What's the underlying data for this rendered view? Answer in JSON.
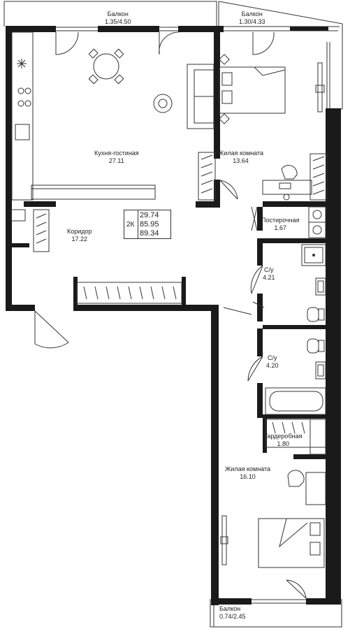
{
  "plan": {
    "apartment_type": "2К",
    "areas": [
      "29.74",
      "85.95",
      "89.34"
    ],
    "rooms": [
      {
        "id": "balcony-1",
        "name": "Балкон",
        "area": "1.35/4.50"
      },
      {
        "id": "balcony-2",
        "name": "Балкон",
        "area": "1.30/4.33"
      },
      {
        "id": "kitchen-living",
        "name": "Кухня-гостиная",
        "area": "27.11"
      },
      {
        "id": "living-room-1",
        "name": "Жилая комната",
        "area": "13.64"
      },
      {
        "id": "laundry",
        "name": "Постирочная",
        "area": "1.67"
      },
      {
        "id": "corridor",
        "name": "Коридор",
        "area": "17.22"
      },
      {
        "id": "bathroom-1",
        "name": "С/у",
        "area": "4.21"
      },
      {
        "id": "bathroom-2",
        "name": "С/у",
        "area": "4.20"
      },
      {
        "id": "wardrobe",
        "name": "Гардеробная",
        "area": "1.80"
      },
      {
        "id": "living-room-2",
        "name": "Жилая комната",
        "area": "16.10"
      },
      {
        "id": "balcony-3",
        "name": "Балкон",
        "area": "0.74/2.45"
      }
    ],
    "colors": {
      "wall": "#1a1a1a",
      "line": "#333333",
      "fixture": "#555555",
      "background": "#ffffff"
    },
    "icons": [
      "dining-table-icon",
      "sofa-icon",
      "bed-icon",
      "bathtub-icon",
      "toilet-icon",
      "sink-icon",
      "washing-machine-icon",
      "stove-icon",
      "desk-icon",
      "chair-icon",
      "tv-icon",
      "wardrobe-icon",
      "door-icon",
      "plant-icon"
    ]
  }
}
